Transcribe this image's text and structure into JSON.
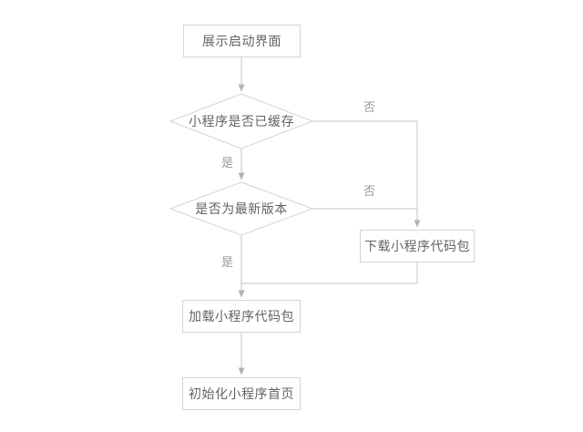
{
  "diagram": {
    "title": "mini-program-launch-flowchart",
    "nodes": {
      "start": {
        "label": "展示启动界面",
        "type": "process"
      },
      "cache_check": {
        "label": "小程序是否已缓存",
        "type": "decision"
      },
      "version_check": {
        "label": "是否为最新版本",
        "type": "decision"
      },
      "download": {
        "label": "下载小程序代码包",
        "type": "process"
      },
      "load": {
        "label": "加载小程序代码包",
        "type": "process"
      },
      "init": {
        "label": "初始化小程序首页",
        "type": "process"
      }
    },
    "edges": {
      "yes_label": "是",
      "no_label": "否"
    },
    "colors": {
      "line": "#c6c6c6",
      "arrowhead": "#b3b3b3",
      "node_border": "#d4d4d4",
      "node_text": "#636363",
      "edge_label_text": "#9a9a9a",
      "background": "#ffffff"
    }
  }
}
